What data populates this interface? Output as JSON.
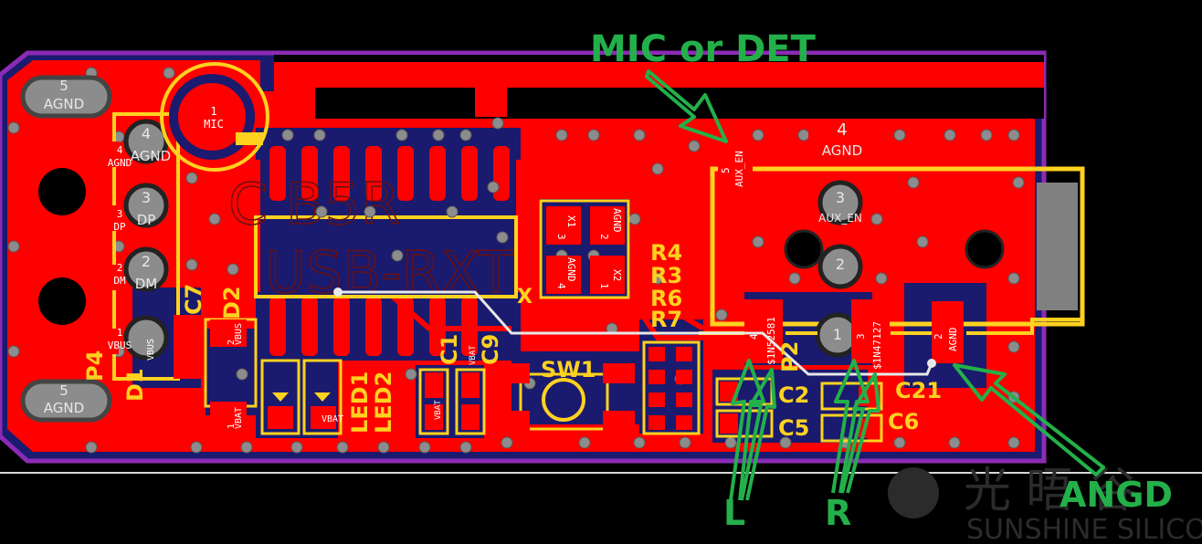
{
  "annotations": {
    "mic_or_det": "MIC or DET",
    "left": "L",
    "right": "R",
    "agnd": "ANGD"
  },
  "connector_pins": {
    "agnd_top": {
      "num": "5",
      "name": "AGND"
    },
    "agnd_bottom": {
      "num": "5",
      "name": "AGND"
    },
    "pin4": {
      "num": "4",
      "name": "AGND"
    },
    "pin3": {
      "num": "3",
      "name": "DP"
    },
    "pin2": {
      "num": "2",
      "name": "DM"
    },
    "pin1": {
      "num": "1",
      "name": "VBUS"
    }
  },
  "mic_pad": {
    "num": "1",
    "name": "MIC"
  },
  "jack_pins": {
    "aux_en_pad": {
      "num": "5",
      "name": "AUX_EN"
    },
    "pin4": {
      "num": "4",
      "name": "AGND"
    },
    "pin3": {
      "num": "3",
      "name": "AUX_EN"
    },
    "pin2": {
      "num": "2"
    },
    "pin1": {
      "num": "1"
    },
    "l_pad": {
      "num": "4",
      "name": "$1N52581"
    },
    "r_pad": {
      "num": "3",
      "name": "$1N47127"
    },
    "agnd_pad": {
      "num": "2",
      "name": "AGND"
    }
  },
  "crystal_pads": {
    "x1": {
      "num": "3",
      "name": "X1"
    },
    "agnd1": {
      "num": "2",
      "name": "AGND"
    },
    "agnd2": {
      "num": "4",
      "name": "AGND"
    },
    "x2": {
      "num": "1",
      "name": "X2"
    }
  },
  "small_pads": {
    "d2_vbus": {
      "num": "2",
      "name": "VBUS"
    },
    "d2_vbat": {
      "num": "1",
      "name": "VBAT"
    },
    "vbat_led": "VBAT",
    "vbat_c1": "VBAT",
    "vbat_c9": "VBAT",
    "vbus_p4": "VBUS"
  },
  "designators": {
    "p4": "P4",
    "d1": "D1",
    "c7": "C7",
    "d2": "D2",
    "led1": "LED1",
    "led2": "LED2",
    "c1": "C1",
    "c9": "C9",
    "sw1": "SW1",
    "r4": "R4",
    "r3": "R3",
    "r6": "R6",
    "r7": "R7",
    "p2": "P2",
    "c2": "C2",
    "c5": "C5",
    "c21": "C21",
    "c6": "C6",
    "x": "X"
  },
  "watermark": {
    "cn": "光 晤 谷",
    "en": "SUNSHINE SILICON"
  },
  "colors": {
    "copper": "#ff0000",
    "copper_dark": "#c00000",
    "substrate": "#1a1a6e",
    "silkscreen": "#ffd21f",
    "outline": "#8b2bb5",
    "annotation": "#23b04a",
    "hole": "#8c8c8c"
  }
}
